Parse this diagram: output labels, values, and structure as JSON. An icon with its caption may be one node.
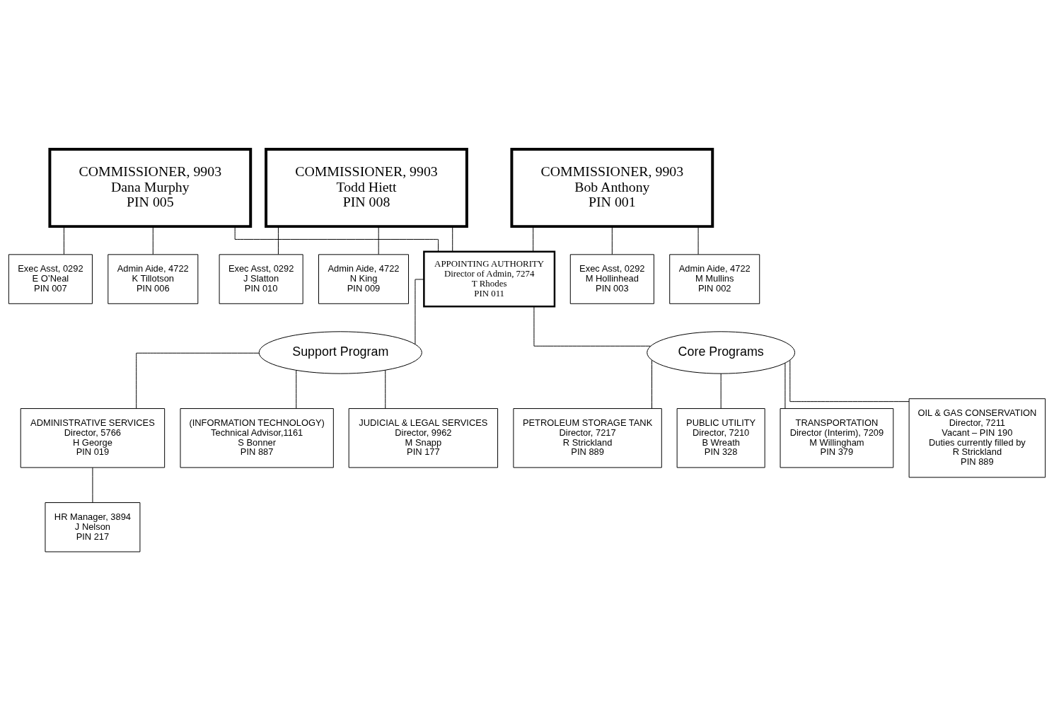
{
  "diagram": {
    "nodes": [
      {
        "text": [
          "COMMISSIONER, 9903",
          "Dana Murphy",
          "PIN 005"
        ]
      },
      {
        "text": [
          "Admin Aide, 4722",
          "K Tillotson",
          "PIN 006"
        ]
      },
      {
        "text": [
          "Exec Asst, 0292",
          "E O’Neal",
          "PIN 007"
        ]
      },
      {
        "text": [
          "COMMISSIONER, 9903",
          "Todd Hiett",
          "PIN 008"
        ]
      },
      {
        "text": [
          "Admin Aide, 4722",
          "N King",
          "PIN 009"
        ]
      },
      {
        "text": [
          "Exec Asst, 0292",
          "J Slatton",
          "PIN 010"
        ]
      },
      {
        "text": [
          "COMMISSIONER, 9903",
          "Bob Anthony",
          "PIN 001"
        ]
      },
      {
        "text": [
          "Admin Aide, 4722",
          "M Mullins",
          "PIN 002"
        ]
      },
      {
        "text": [
          "Exec Asst, 0292",
          "M Hollinhead",
          "PIN 003"
        ]
      },
      {
        "text": [
          "APPOINTING AUTHORITY",
          "Director of Admin, 7274",
          "T Rhodes",
          "PIN 011"
        ]
      },
      {
        "text": [
          "Support Program"
        ]
      },
      {
        "text": [
          "Core Programs"
        ]
      },
      {
        "text": [
          "ADMINISTRATIVE SERVICES",
          "Director, 5766",
          "H George",
          "PIN 019"
        ]
      },
      {
        "text": [
          "(INFORMATION TECHNOLOGY)",
          "Technical Advisor,1161",
          "S Bonner",
          "PIN 887"
        ]
      },
      {
        "text": [
          "JUDICIAL & LEGAL SERVICES",
          "Director, 9962",
          "M Snapp",
          "PIN 177"
        ]
      },
      {
        "text": [
          "HR Manager, 3894",
          "J Nelson",
          "PIN 217"
        ]
      },
      {
        "text": [
          "OIL & GAS CONSERVATION",
          "Director, 7211",
          "Vacant – PIN 190",
          "Duties currently filled by",
          "R Strickland",
          "PIN 889"
        ]
      },
      {
        "text": [
          "PETROLEUM STORAGE TANK",
          "Director, 7217",
          "R Strickland",
          "PIN 889"
        ]
      },
      {
        "text": [
          "PUBLIC UTILITY",
          "Director, 7210",
          "B Wreath",
          "PIN 328"
        ]
      },
      {
        "text": [
          "TRANSPORTATION",
          "Director (Interim), 7209",
          "M Willingham",
          "PIN 379"
        ]
      }
    ],
    "edges": [
      {
        "from": 0,
        "to": 1,
        "arrow": "none"
      },
      {
        "from": 0,
        "to": 2,
        "arrow": "none"
      },
      {
        "from": 3,
        "to": 4,
        "arrow": "none"
      },
      {
        "from": 3,
        "to": 5,
        "arrow": "none"
      },
      {
        "from": 6,
        "to": 7,
        "arrow": "none"
      },
      {
        "from": 6,
        "to": 8,
        "arrow": "none"
      },
      {
        "from": 0,
        "to": 9,
        "arrow": "none"
      },
      {
        "from": 3,
        "to": 9,
        "arrow": "none"
      },
      {
        "from": 6,
        "to": 9,
        "arrow": "none"
      },
      {
        "from": 9,
        "to": 10,
        "arrow": "none"
      },
      {
        "from": 9,
        "to": 11,
        "arrow": "none"
      },
      {
        "from": 10,
        "to": 12,
        "arrow": "none"
      },
      {
        "from": 10,
        "to": 13,
        "arrow": "none"
      },
      {
        "from": 10,
        "to": 14,
        "arrow": "none"
      },
      {
        "from": 12,
        "to": 15,
        "arrow": "none"
      },
      {
        "from": 11,
        "to": 16,
        "arrow": "none"
      },
      {
        "from": 11,
        "to": 17,
        "arrow": "none"
      },
      {
        "from": 11,
        "to": 18,
        "arrow": "none"
      },
      {
        "from": 11,
        "to": 19,
        "arrow": "none"
      }
    ]
  }
}
